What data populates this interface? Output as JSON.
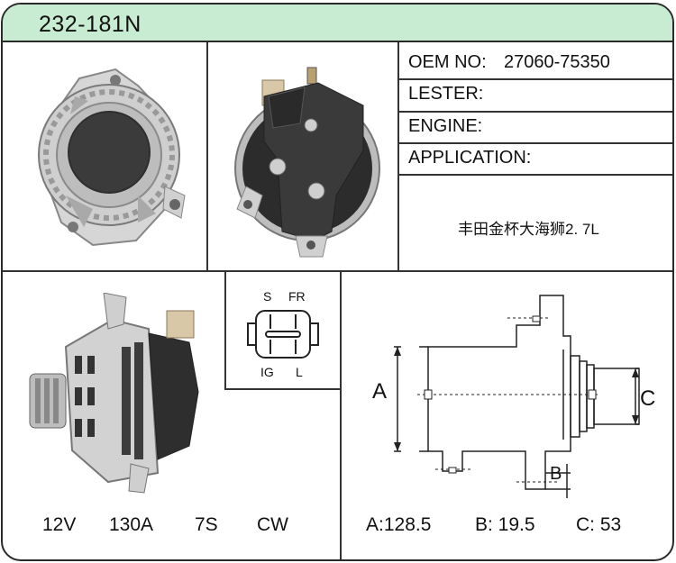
{
  "part_number": "232-181N",
  "info": {
    "oem_label": "OEM NO:",
    "oem_value": "27060-75350",
    "lester_label": "LESTER:",
    "engine_label": "ENGINE:",
    "application_label": "APPLICATION:",
    "application_value": "丰田金杯大海狮2. 7L"
  },
  "connector": {
    "pins": [
      "S",
      "FR",
      "IG",
      "L"
    ]
  },
  "specs": {
    "voltage": "12V",
    "amperage": "130A",
    "pulley": "7S",
    "rotation": "CW"
  },
  "dimensions": {
    "label_a": "A",
    "label_b": "B",
    "label_c": "C",
    "a_text": "A:128.5",
    "b_text": "B: 19.5",
    "c_text": "C: 53"
  }
}
